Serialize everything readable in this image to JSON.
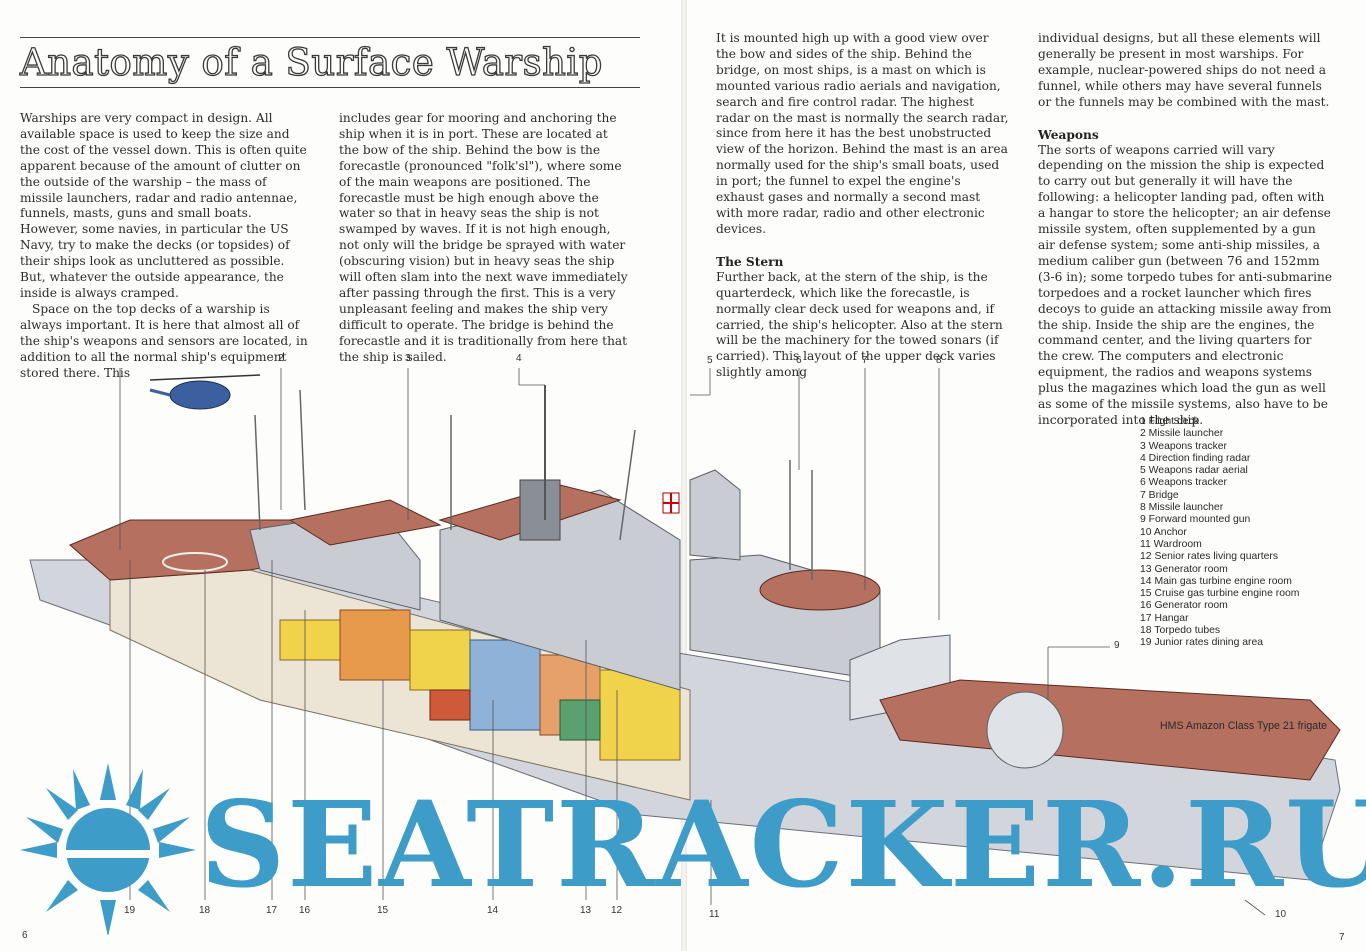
{
  "page": {
    "title": "Anatomy of a Surface Warship",
    "page_left": "6",
    "page_right": "7"
  },
  "columns": {
    "c1": {
      "p1": "Warships are very compact in design. All available space is used to keep the size and the cost of the vessel down. This is often quite apparent because of the amount of clutter on the outside of the warship – the mass of missile launchers, radar and radio antennae, funnels, masts, guns and small boats. However, some navies, in particular the US Navy, try to make the decks (or topsides) of their ships look as uncluttered as possible. But, whatever the outside appearance, the inside is always cramped.",
      "p2": "Space on the top decks of a warship is always important. It is here that almost all of the ship's weapons and sensors are located, in addition to all the normal ship's equipment stored there. This"
    },
    "c2": {
      "p1": "includes gear for mooring and anchoring the ship when it is in port. These are located at the bow of the ship. Behind the bow is the forecastle (pronounced \"folk'sl\"), where some of the main weapons are positioned. The forecastle must be high enough above the water so that in heavy seas the ship is not swamped by waves. If it is not high enough, not only will the bridge be sprayed with water (obscuring vision) but in heavy seas the ship will often slam into the next wave immediately after passing through the first. This is a very unpleasant feeling and makes the ship very difficult to operate. The bridge is behind the forecastle and it is traditionally from here that the ship is sailed."
    },
    "c3": {
      "p1": "It is mounted high up with a good view over the bow and sides of the ship. Behind the bridge, on most ships, is a mast on which is mounted various radio aerials and navigation, search and fire control radar. The highest radar on the mast is normally the search radar, since from here it has the best unobstructed view of the horizon. Behind the mast is an area normally used for the ship's small boats, used in port; the funnel to expel the engine's exhaust gases and normally a second mast with more radar, radio and other electronic devices.",
      "h_stern": "The Stern",
      "p2": "Further back, at the stern of the ship, is the quarterdeck, which like the forecastle, is normally clear deck used for weapons and, if carried, the ship's helicopter. Also at the stern will be the machinery for the towed sonars (if carried). This layout of the upper deck varies slightly among"
    },
    "c4": {
      "p1": "individual designs, but all these elements will generally be present in most warships. For example, nuclear-powered ships do not need a funnel, while others may have several funnels or the funnels may be combined with the mast.",
      "h_weapons": "Weapons",
      "p2": "The sorts of weapons carried will vary depending on the mission the ship is expected to carry out but generally it will have the following: a helicopter landing pad, often with a hangar to store the helicopter; an air defense missile system, often supplemented by a gun air defense system; some anti-ship missiles, a medium caliber gun (between 76 and 152mm (3-6 in); some torpedo tubes for anti-submarine torpedoes and a rocket launcher which fires decoys to guide an attacking missile away from the ship. Inside the ship are the engines, the command center, and the living quarters for the crew. The computers and electronic equipment, the radios and weapons systems plus the magazines which load the gun as well as some of the missile systems, also have to be incorporated into the ship."
    }
  },
  "legend": [
    "1 Flight deck",
    "2 Missile launcher",
    "3 Weapons tracker",
    "4 Direction finding radar",
    "5 Weapons radar aerial",
    "6 Weapons tracker",
    "7 Bridge",
    "8 Missile launcher",
    "9 Forward mounted gun",
    "10 Anchor",
    "11 Wardroom",
    "12 Senior rates living quarters",
    "13 Generator room",
    "14 Main gas turbine engine room",
    "15 Cruise gas turbine engine room",
    "16 Generator room",
    "17 Hangar",
    "18 Torpedo tubes",
    "19 Junior rates dining area"
  ],
  "caption": "HMS Amazon Class Type 21 frigate",
  "callouts": {
    "n1": "1",
    "n2": "2",
    "n3": "3",
    "n4": "4",
    "n5": "5",
    "n6": "6",
    "n7": "7",
    "n8": "8",
    "n9": "9",
    "n10": "10",
    "n11": "11",
    "n12": "12",
    "n13": "13",
    "n14": "14",
    "n15": "15",
    "n16": "16",
    "n17": "17",
    "n18": "18",
    "n19": "19"
  },
  "watermark": "SEATRACKER.RU",
  "colors": {
    "hull_grey": "#c9ccd2",
    "deck_red": "#b5705f",
    "interior_yellow": "#f0d34a",
    "interior_blue": "#8fb2d9",
    "interior_orange": "#e79a4c",
    "watermark_blue": "#3e9cc9"
  }
}
